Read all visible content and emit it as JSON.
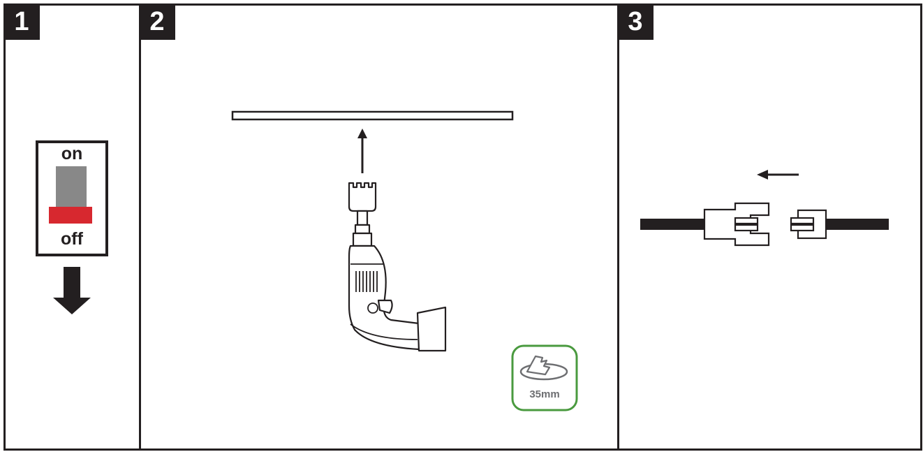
{
  "steps": [
    {
      "number": "1"
    },
    {
      "number": "2"
    },
    {
      "number": "3"
    }
  ],
  "switch": {
    "on_label": "on",
    "off_label": "off"
  },
  "drill_badge": {
    "size_label": "35mm"
  },
  "colors": {
    "ink": "#231f20",
    "switch_red": "#d7282f",
    "switch_grey": "#888888",
    "badge_green": "#4a9a3f",
    "badge_text": "#6d6e71"
  },
  "icons": [
    "power-switch-icon",
    "down-arrow-icon",
    "ceiling-panel-icon",
    "up-arrow-icon",
    "hole-saw-icon",
    "power-drill-icon",
    "hole-size-badge-icon",
    "left-arrow-icon",
    "cable-connector-icon"
  ]
}
